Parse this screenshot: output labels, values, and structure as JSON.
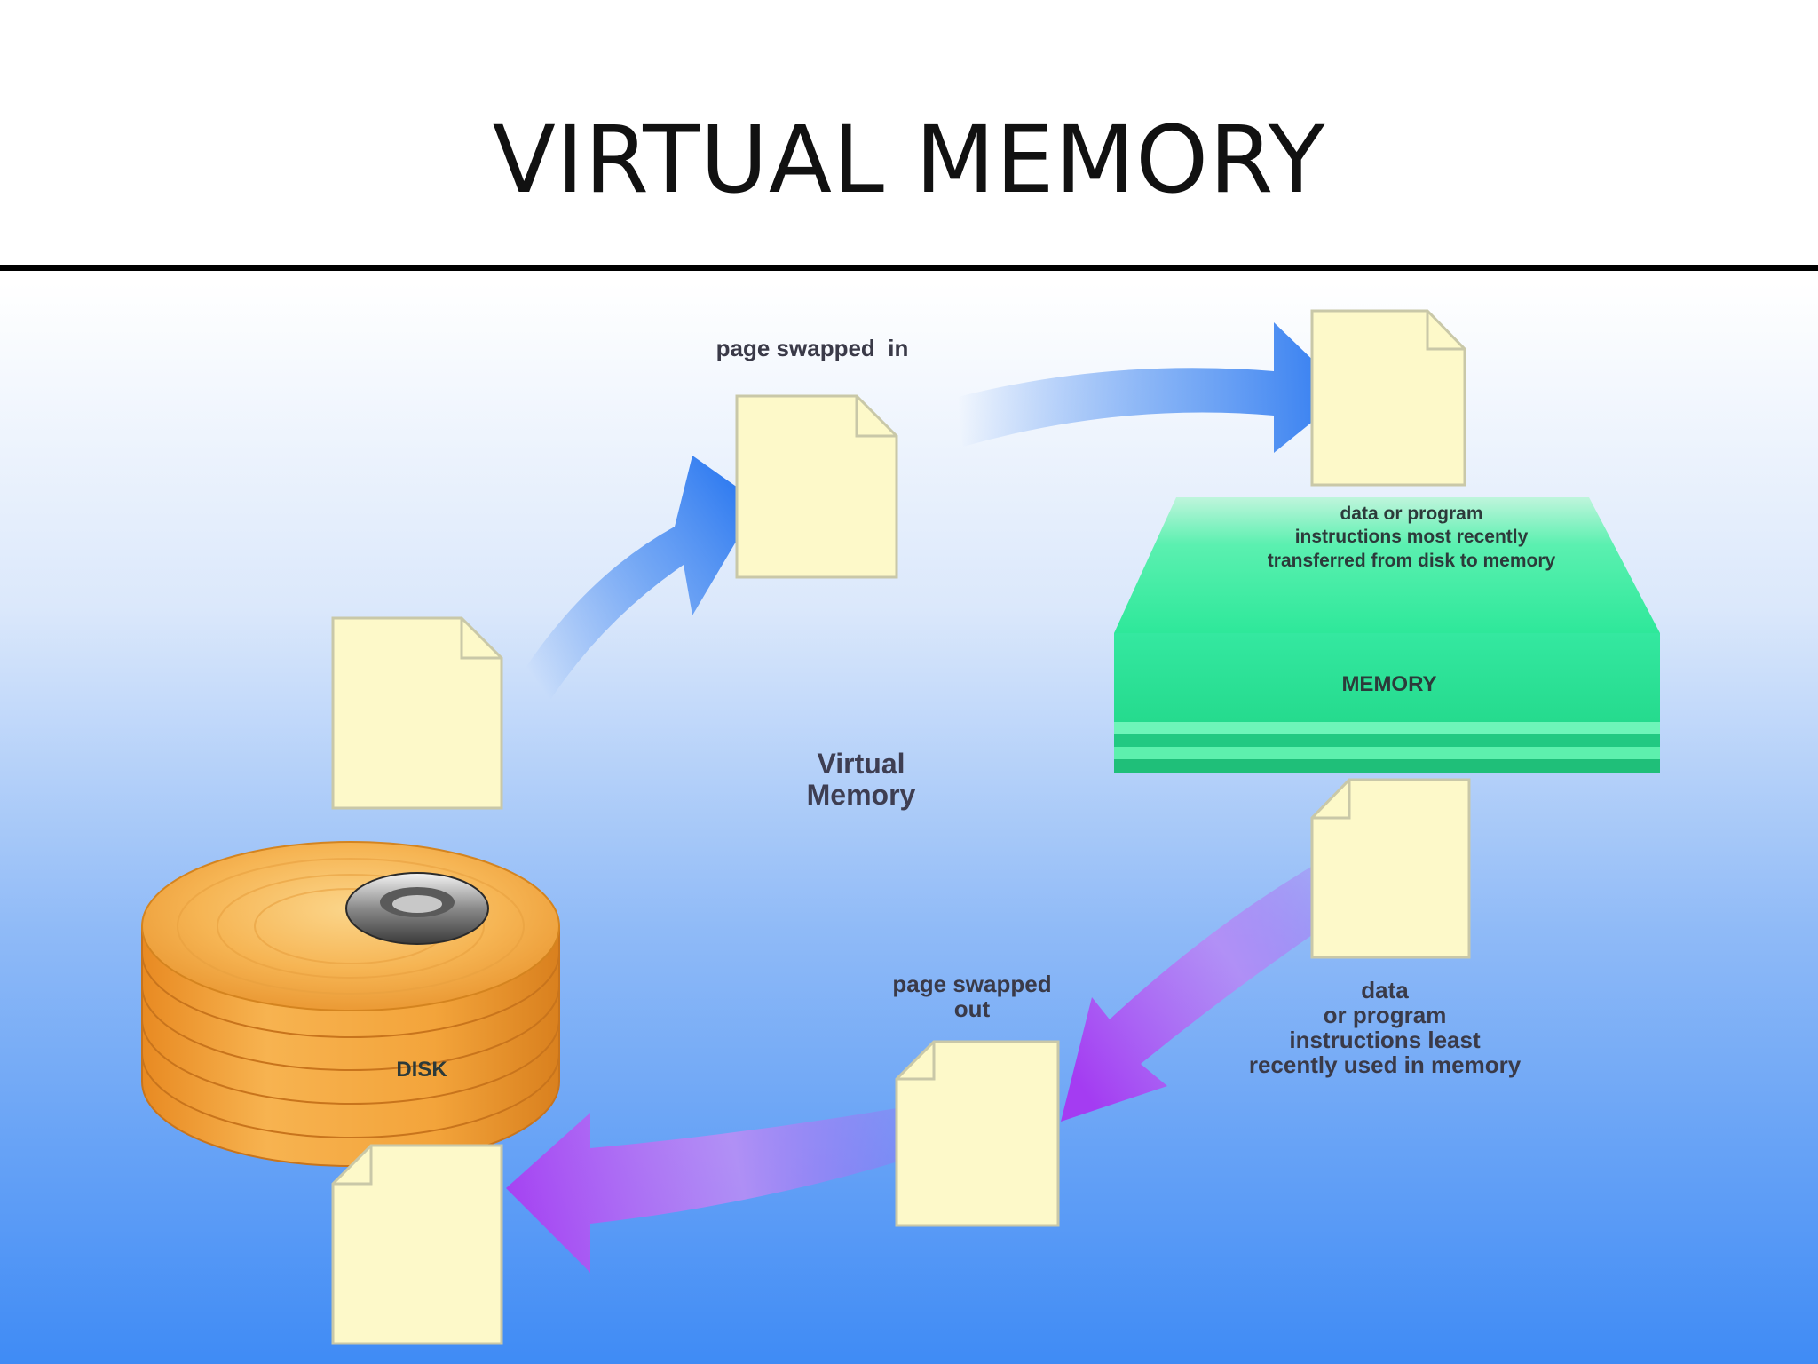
{
  "slide": {
    "title": "VIRTUAL MEMORY"
  },
  "diagram": {
    "labels": {
      "page_swapped_in": "page swapped  in",
      "memory_top_text": "data or program\ninstructions most recently\ntransferred from  disk to memory",
      "memory": "MEMORY",
      "virtual_memory": "Virtual\nMemory",
      "disk": "DISK",
      "page_swapped_out": "page swapped\nout",
      "lru_text": "data\nor program\ninstructions least\nrecently used in memory"
    },
    "colors": {
      "background_top": "#ffffff",
      "background_bottom": "#3f8bf5",
      "page_fill": "#fdf9c9",
      "arrow_in": "#2b78f0",
      "arrow_out": "#a43cf2",
      "memory": "#2ee89a",
      "disk": "#f3a43b"
    }
  }
}
